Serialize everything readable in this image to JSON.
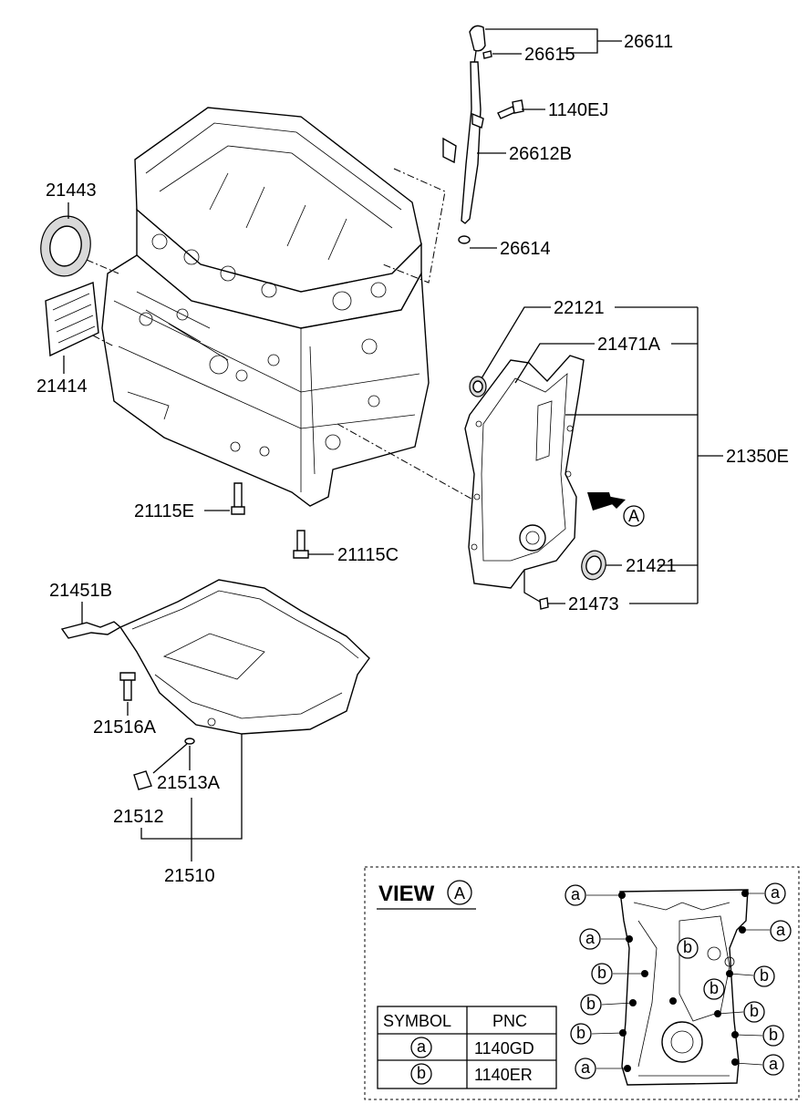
{
  "parts": [
    {
      "id": "p26611",
      "label": "26611"
    },
    {
      "id": "p26615",
      "label": "26615"
    },
    {
      "id": "p1140EJ",
      "label": "1140EJ"
    },
    {
      "id": "p26612B",
      "label": "26612B"
    },
    {
      "id": "p26614",
      "label": "26614"
    },
    {
      "id": "p21443",
      "label": "21443"
    },
    {
      "id": "p21414",
      "label": "21414"
    },
    {
      "id": "p22121",
      "label": "22121"
    },
    {
      "id": "p21471A",
      "label": "21471A"
    },
    {
      "id": "p21350E",
      "label": "21350E"
    },
    {
      "id": "p21115E",
      "label": "21115E"
    },
    {
      "id": "p21115C",
      "label": "21115C"
    },
    {
      "id": "p21421",
      "label": "21421"
    },
    {
      "id": "p21473",
      "label": "21473"
    },
    {
      "id": "p21451B",
      "label": "21451B"
    },
    {
      "id": "p21516A",
      "label": "21516A"
    },
    {
      "id": "p21513A",
      "label": "21513A"
    },
    {
      "id": "p21512",
      "label": "21512"
    },
    {
      "id": "p21510",
      "label": "21510"
    }
  ],
  "view_arrow_letter": "A",
  "view_box": {
    "title": "VIEW",
    "title_letter": "A",
    "table_headers": [
      "SYMBOL",
      "PNC"
    ],
    "table_rows": [
      {
        "symbol": "a",
        "pnc": "1140GD"
      },
      {
        "symbol": "b",
        "pnc": "1140ER"
      }
    ],
    "callouts": [
      "a",
      "a",
      "a",
      "a",
      "b",
      "b",
      "b",
      "b",
      "b",
      "b",
      "b",
      "b",
      "a",
      "a"
    ]
  }
}
